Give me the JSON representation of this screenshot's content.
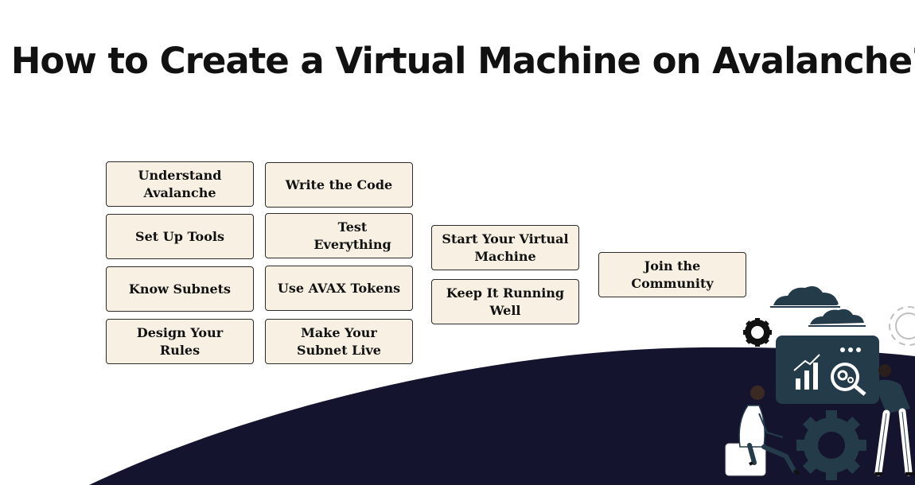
{
  "title": "How to Create a Virtual Machine on Avalanche?",
  "colors": {
    "background": "#ffffff",
    "wave": "#15142e",
    "box_fill": "#f8f1e3",
    "box_border": "#2b2b2b",
    "illustration": "#243b4a"
  },
  "steps": {
    "understand": "Understand Avalanche",
    "setup_tools": "Set Up Tools",
    "know_subnets": "Know Subnets",
    "design_rules": "Design Your Rules",
    "write_code": "Write the Code",
    "test_everything": "Test Everything",
    "use_avax": "Use AVAX Tokens",
    "make_live": "Make Your Subnet Live",
    "start_vm": "Start Your Virtual Machine",
    "keep_running": "Keep It Running Well",
    "join_community": "Join the Community"
  },
  "icons": [
    "cloud-icon",
    "gear-icon",
    "dashboard-icon",
    "bar-chart-icon",
    "person-icon"
  ]
}
